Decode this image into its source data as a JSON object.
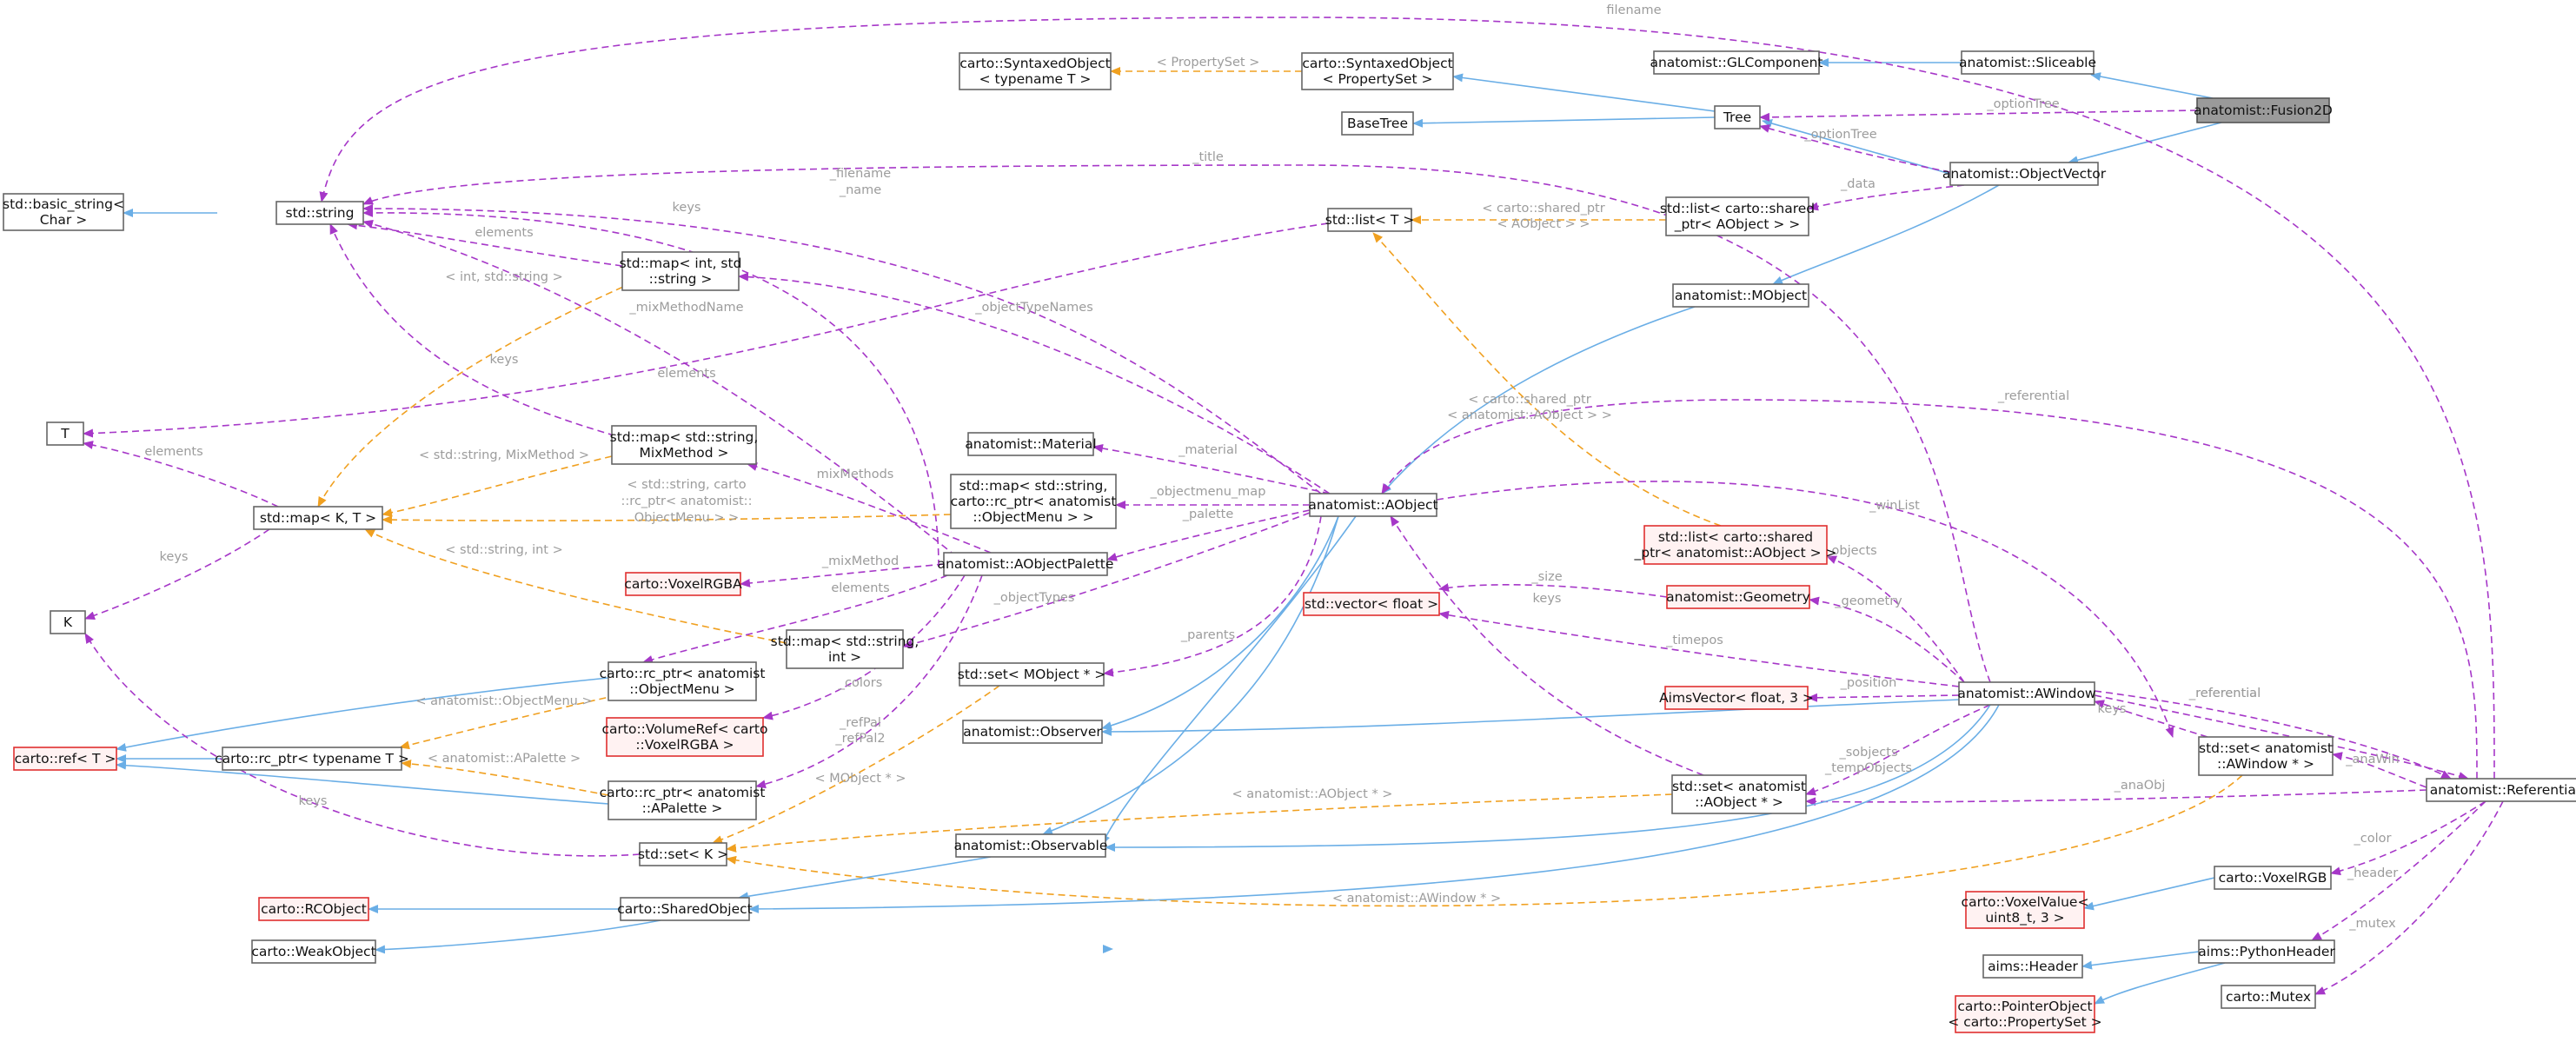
{
  "diagram": {
    "nodes": [
      {
        "id": "fusion2d",
        "lines": [
          "anatomist::Fusion2D"
        ],
        "style": "focus"
      },
      {
        "id": "sliceable",
        "lines": [
          "anatomist::Sliceable"
        ],
        "style": "normal"
      },
      {
        "id": "glcomp",
        "lines": [
          "anatomist::GLComponent"
        ],
        "style": "normal"
      },
      {
        "id": "objvector",
        "lines": [
          "anatomist::ObjectVector"
        ],
        "style": "normal"
      },
      {
        "id": "tree",
        "lines": [
          "Tree"
        ],
        "style": "normal"
      },
      {
        "id": "basetree",
        "lines": [
          "BaseTree"
        ],
        "style": "normal"
      },
      {
        "id": "synPS",
        "lines": [
          "carto::SyntaxedObject",
          "< PropertySet >"
        ],
        "style": "normal"
      },
      {
        "id": "synT",
        "lines": [
          "carto::SyntaxedObject",
          "< typename T >"
        ],
        "style": "normal"
      },
      {
        "id": "stdstring",
        "lines": [
          "std::string"
        ],
        "style": "normal"
      },
      {
        "id": "basicstring",
        "lines": [
          "std::basic_string<",
          "Char >"
        ],
        "style": "normal"
      },
      {
        "id": "mapintstr",
        "lines": [
          "std::map< int, std",
          "::string >"
        ],
        "style": "normal"
      },
      {
        "id": "listT",
        "lines": [
          "std::list< T >"
        ],
        "style": "normal"
      },
      {
        "id": "listShared",
        "lines": [
          "std::list< carto::shared",
          "_ptr< AObject > >"
        ],
        "style": "normal"
      },
      {
        "id": "mobject",
        "lines": [
          "anatomist::MObject"
        ],
        "style": "normal"
      },
      {
        "id": "T",
        "lines": [
          "T"
        ],
        "style": "normal"
      },
      {
        "id": "mapMix",
        "lines": [
          "std::map< std::string,",
          "MixMethod >"
        ],
        "style": "normal"
      },
      {
        "id": "material",
        "lines": [
          "anatomist::Material"
        ],
        "style": "normal"
      },
      {
        "id": "mapKT",
        "lines": [
          "std::map< K, T >"
        ],
        "style": "normal"
      },
      {
        "id": "mapObjMenu",
        "lines": [
          "std::map< std::string,",
          "carto::rc_ptr< anatomist",
          "::ObjectMenu > >"
        ],
        "style": "normal"
      },
      {
        "id": "aobject",
        "lines": [
          "anatomist::AObject"
        ],
        "style": "normal"
      },
      {
        "id": "listSharedAObj",
        "lines": [
          "std::list< carto::shared",
          "_ptr< anatomist::AObject > >"
        ],
        "style": "red"
      },
      {
        "id": "voxelrgba",
        "lines": [
          "carto::VoxelRGBA"
        ],
        "style": "red"
      },
      {
        "id": "aobjpalette",
        "lines": [
          "anatomist::AObjectPalette"
        ],
        "style": "normal"
      },
      {
        "id": "K",
        "lines": [
          "K"
        ],
        "style": "normal"
      },
      {
        "id": "vectorFloat",
        "lines": [
          "std::vector< float >"
        ],
        "style": "red"
      },
      {
        "id": "geometry",
        "lines": [
          "anatomist::Geometry"
        ],
        "style": "red"
      },
      {
        "id": "mapStrInt",
        "lines": [
          "std::map< std::string,",
          "int >"
        ],
        "style": "normal"
      },
      {
        "id": "setMObj",
        "lines": [
          "std::set< MObject * >"
        ],
        "style": "normal"
      },
      {
        "id": "rcObjMenu",
        "lines": [
          "carto::rc_ptr< anatomist",
          "::ObjectMenu >"
        ],
        "style": "normal"
      },
      {
        "id": "aimsvector",
        "lines": [
          "AimsVector< float, 3 >"
        ],
        "style": "red"
      },
      {
        "id": "awindow",
        "lines": [
          "anatomist::AWindow"
        ],
        "style": "normal"
      },
      {
        "id": "observer",
        "lines": [
          "anatomist::Observer"
        ],
        "style": "normal"
      },
      {
        "id": "refT",
        "lines": [
          "carto::ref< T >"
        ],
        "style": "red"
      },
      {
        "id": "rcTyp",
        "lines": [
          "carto::rc_ptr< typename T >"
        ],
        "style": "normal"
      },
      {
        "id": "volumeref",
        "lines": [
          "carto::VolumeRef< carto",
          "::VoxelRGBA >"
        ],
        "style": "red"
      },
      {
        "id": "setAWin",
        "lines": [
          "std::set< anatomist",
          "::AWindow * >"
        ],
        "style": "normal"
      },
      {
        "id": "referential",
        "lines": [
          "anatomist::Referential"
        ],
        "style": "normal"
      },
      {
        "id": "rcPalette",
        "lines": [
          "carto::rc_ptr< anatomist",
          "::APalette >"
        ],
        "style": "normal"
      },
      {
        "id": "setAObj",
        "lines": [
          "std::set< anatomist",
          "::AObject * >"
        ],
        "style": "normal"
      },
      {
        "id": "setK",
        "lines": [
          "std::set< K >"
        ],
        "style": "normal"
      },
      {
        "id": "observable",
        "lines": [
          "anatomist::Observable"
        ],
        "style": "normal"
      },
      {
        "id": "voxelrgb",
        "lines": [
          "carto::VoxelRGB"
        ],
        "style": "normal"
      },
      {
        "id": "rcobject",
        "lines": [
          "carto::RCObject"
        ],
        "style": "red"
      },
      {
        "id": "sharedobj",
        "lines": [
          "carto::SharedObject"
        ],
        "style": "normal"
      },
      {
        "id": "voxelvalue",
        "lines": [
          "carto::VoxelValue<",
          "uint8_t, 3 >"
        ],
        "style": "red"
      },
      {
        "id": "weakobj",
        "lines": [
          "carto::WeakObject"
        ],
        "style": "normal"
      },
      {
        "id": "aimsheader",
        "lines": [
          "aims::Header"
        ],
        "style": "normal"
      },
      {
        "id": "pyheader",
        "lines": [
          "aims::PythonHeader"
        ],
        "style": "normal"
      },
      {
        "id": "mutex",
        "lines": [
          "carto::Mutex"
        ],
        "style": "normal"
      },
      {
        "id": "pointerobj",
        "lines": [
          "carto::PointerObject",
          "< carto::PropertySet >"
        ],
        "style": "red"
      }
    ],
    "edges": [
      {
        "id": "e1",
        "kind": "inh",
        "labels": []
      },
      {
        "id": "e2",
        "kind": "inh",
        "labels": []
      },
      {
        "id": "e3",
        "kind": "inh",
        "labels": []
      },
      {
        "id": "e4",
        "kind": "inh",
        "labels": []
      },
      {
        "id": "e5",
        "kind": "inh",
        "labels": []
      },
      {
        "id": "e6",
        "kind": "inh",
        "labels": []
      },
      {
        "id": "e7",
        "kind": "inh",
        "labels": []
      },
      {
        "id": "e8",
        "kind": "tpl",
        "labels": [
          "< PropertySet >"
        ]
      },
      {
        "id": "e9",
        "kind": "use",
        "labels": [
          "_optionTree"
        ]
      },
      {
        "id": "e10",
        "kind": "use",
        "labels": [
          "filename"
        ]
      },
      {
        "id": "e11",
        "kind": "use",
        "labels": [
          "_optionTree"
        ]
      },
      {
        "id": "e12",
        "kind": "use",
        "labels": [
          "_data"
        ]
      },
      {
        "id": "e13",
        "kind": "tpl",
        "labels": [
          "< carto::shared_ptr",
          "< AObject > >"
        ]
      },
      {
        "id": "e14",
        "kind": "inh",
        "labels": []
      },
      {
        "id": "e15",
        "kind": "inh",
        "labels": []
      },
      {
        "id": "e16",
        "kind": "use",
        "labels": [
          "_title"
        ]
      },
      {
        "id": "e17",
        "kind": "use",
        "labels": [
          "_filename",
          "_name"
        ]
      },
      {
        "id": "e18",
        "kind": "use",
        "labels": [
          "keys"
        ]
      },
      {
        "id": "e19",
        "kind": "use",
        "labels": [
          "elements"
        ]
      },
      {
        "id": "e20",
        "kind": "use",
        "labels": [
          "keys"
        ]
      },
      {
        "id": "e21",
        "kind": "use",
        "labels": [
          "_mixMethodName"
        ]
      },
      {
        "id": "e22",
        "kind": "use",
        "labels": [
          "_objectTypeNames"
        ]
      },
      {
        "id": "e23",
        "kind": "tpl",
        "labels": [
          "< int, std::string >"
        ]
      },
      {
        "id": "e24",
        "kind": "use",
        "labels": [
          "elements"
        ]
      },
      {
        "id": "e25",
        "kind": "use",
        "labels": [
          "elements"
        ]
      },
      {
        "id": "e26",
        "kind": "use",
        "labels": [
          "keys"
        ]
      },
      {
        "id": "e27",
        "kind": "tpl",
        "labels": [
          "< std::string, MixMethod >"
        ]
      },
      {
        "id": "e28",
        "kind": "tpl",
        "labels": [
          "< std::string, carto",
          "::rc_ptr< anatomist::",
          "ObjectMenu > >"
        ]
      },
      {
        "id": "e29",
        "kind": "tpl",
        "labels": [
          "< std::string, int >"
        ]
      },
      {
        "id": "e30",
        "kind": "use",
        "labels": [
          "mixMethods"
        ]
      },
      {
        "id": "e31",
        "kind": "use",
        "labels": [
          "_material"
        ]
      },
      {
        "id": "e32",
        "kind": "use",
        "labels": [
          "_objectmenu_map"
        ]
      },
      {
        "id": "e33",
        "kind": "use",
        "labels": [
          "_palette"
        ]
      },
      {
        "id": "e34",
        "kind": "use",
        "labels": [
          "_mixMethod"
        ]
      },
      {
        "id": "e35",
        "kind": "use",
        "labels": [
          "_objectTypes"
        ]
      },
      {
        "id": "e36",
        "kind": "use",
        "labels": [
          "_parents"
        ]
      },
      {
        "id": "e37",
        "kind": "use",
        "labels": [
          "_colors"
        ]
      },
      {
        "id": "e38",
        "kind": "use",
        "labels": [
          "_refPal",
          "_refPal2"
        ]
      },
      {
        "id": "e39",
        "kind": "use",
        "labels": [
          "elements"
        ]
      },
      {
        "id": "e40",
        "kind": "tpl",
        "labels": [
          "< carto::shared_ptr",
          "< anatomist::AObject > >"
        ]
      },
      {
        "id": "e41",
        "kind": "use",
        "labels": [
          "_referential"
        ]
      },
      {
        "id": "e42",
        "kind": "use",
        "labels": [
          "_winList"
        ]
      },
      {
        "id": "e43",
        "kind": "use",
        "labels": [
          "_objects"
        ]
      },
      {
        "id": "e44",
        "kind": "use",
        "labels": [
          "_size"
        ]
      },
      {
        "id": "e45",
        "kind": "use",
        "labels": [
          "_geometry"
        ]
      },
      {
        "id": "e46",
        "kind": "use",
        "labels": [
          "_timepos"
        ]
      },
      {
        "id": "e47",
        "kind": "use",
        "labels": [
          "_position"
        ]
      },
      {
        "id": "e48",
        "kind": "use",
        "labels": [
          "keys"
        ]
      },
      {
        "id": "e49",
        "kind": "use",
        "labels": [
          "_sobjects",
          "_tempObjects"
        ]
      },
      {
        "id": "e50",
        "kind": "inh",
        "labels": []
      },
      {
        "id": "e51",
        "kind": "inh",
        "labels": []
      },
      {
        "id": "e52",
        "kind": "inh",
        "labels": []
      },
      {
        "id": "e53",
        "kind": "use",
        "labels": [
          "keys"
        ]
      },
      {
        "id": "e54",
        "kind": "use",
        "labels": [
          "_referential"
        ]
      },
      {
        "id": "e55",
        "kind": "use",
        "labels": [
          "_anaWin"
        ]
      },
      {
        "id": "e56",
        "kind": "tpl",
        "labels": [
          "< anatomist::AObject * >"
        ]
      },
      {
        "id": "e57",
        "kind": "use",
        "labels": [
          "_anaObj"
        ]
      },
      {
        "id": "e58",
        "kind": "tpl",
        "labels": [
          "< anatomist::AWindow * >"
        ]
      },
      {
        "id": "e59",
        "kind": "tpl",
        "labels": [
          "< MObject * >"
        ]
      },
      {
        "id": "e60",
        "kind": "inh",
        "labels": []
      },
      {
        "id": "e61",
        "kind": "inh",
        "labels": []
      },
      {
        "id": "e62",
        "kind": "inh",
        "labels": []
      },
      {
        "id": "e63",
        "kind": "tpl",
        "labels": [
          "< anatomist::ObjectMenu >"
        ]
      },
      {
        "id": "e64",
        "kind": "tpl",
        "labels": [
          "< anatomist::APalette >"
        ]
      },
      {
        "id": "e65",
        "kind": "inh",
        "labels": []
      },
      {
        "id": "e66",
        "kind": "inh",
        "labels": []
      },
      {
        "id": "e67",
        "kind": "inh",
        "labels": []
      },
      {
        "id": "e68",
        "kind": "inh",
        "labels": []
      },
      {
        "id": "e69",
        "kind": "inh",
        "labels": []
      },
      {
        "id": "e70",
        "kind": "inh",
        "labels": []
      },
      {
        "id": "e71",
        "kind": "use",
        "labels": [
          "_color"
        ]
      },
      {
        "id": "e72",
        "kind": "use",
        "labels": [
          "_header"
        ]
      },
      {
        "id": "e73",
        "kind": "use",
        "labels": [
          "_mutex"
        ]
      },
      {
        "id": "e74",
        "kind": "inh",
        "labels": []
      },
      {
        "id": "e75",
        "kind": "inh",
        "labels": []
      },
      {
        "id": "e76",
        "kind": "use",
        "labels": [
          "keys"
        ]
      },
      {
        "id": "e77",
        "kind": "inh",
        "labels": []
      },
      {
        "id": "e78",
        "kind": "use",
        "labels": [
          "_referential"
        ]
      },
      {
        "id": "e79",
        "kind": "inh",
        "labels": []
      }
    ]
  }
}
